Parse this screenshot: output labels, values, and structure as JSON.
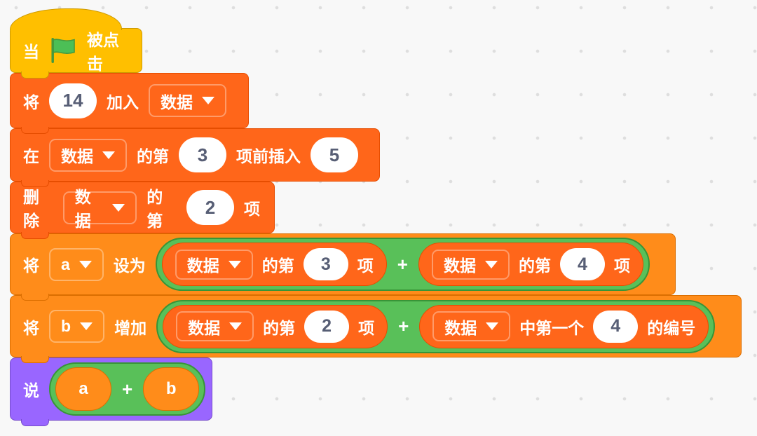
{
  "workspace": {
    "background": "#F8F8F8",
    "dot_color": "#DEDEDE"
  },
  "colors": {
    "events": "#FFBF00",
    "events_border": "#CC9900",
    "lists": "#FF661A",
    "lists_border": "#E64D00",
    "variables": "#FF8C1A",
    "variables_border": "#DB6E00",
    "operators": "#59C059",
    "operators_border": "#389438",
    "looks": "#9966FF",
    "looks_border": "#774DCB",
    "flag_green": "#4CBF56",
    "input_text": "#575E75"
  },
  "blocks": {
    "when_flag": {
      "when": "当",
      "flag_icon": "green-flag-icon",
      "clicked": "被点击"
    },
    "add_to_list": {
      "t1": "将",
      "value": "14",
      "t2": "加入",
      "list": "数据"
    },
    "insert_into_list": {
      "t1": "在",
      "list": "数据",
      "t2": "的第",
      "index": "3",
      "t3": "项前插入",
      "value": "5"
    },
    "delete_from_list": {
      "t1": "删除",
      "list": "数据",
      "t2": "的第",
      "index": "2",
      "t3": "项"
    },
    "set_variable": {
      "t1": "将",
      "variable": "a",
      "t2": "设为",
      "operator": "+",
      "left": {
        "list": "数据",
        "t1": "的第",
        "index": "3",
        "t2": "项"
      },
      "right": {
        "list": "数据",
        "t1": "的第",
        "index": "4",
        "t2": "项"
      }
    },
    "change_variable": {
      "t1": "将",
      "variable": "b",
      "t2": "增加",
      "operator": "+",
      "left": {
        "list": "数据",
        "t1": "的第",
        "index": "2",
        "t2": "项"
      },
      "right": {
        "list": "数据",
        "t1": "中第一个",
        "index": "4",
        "t2": "的编号"
      }
    },
    "say": {
      "t1": "说",
      "left_var": "a",
      "operator": "+",
      "right_var": "b"
    }
  }
}
